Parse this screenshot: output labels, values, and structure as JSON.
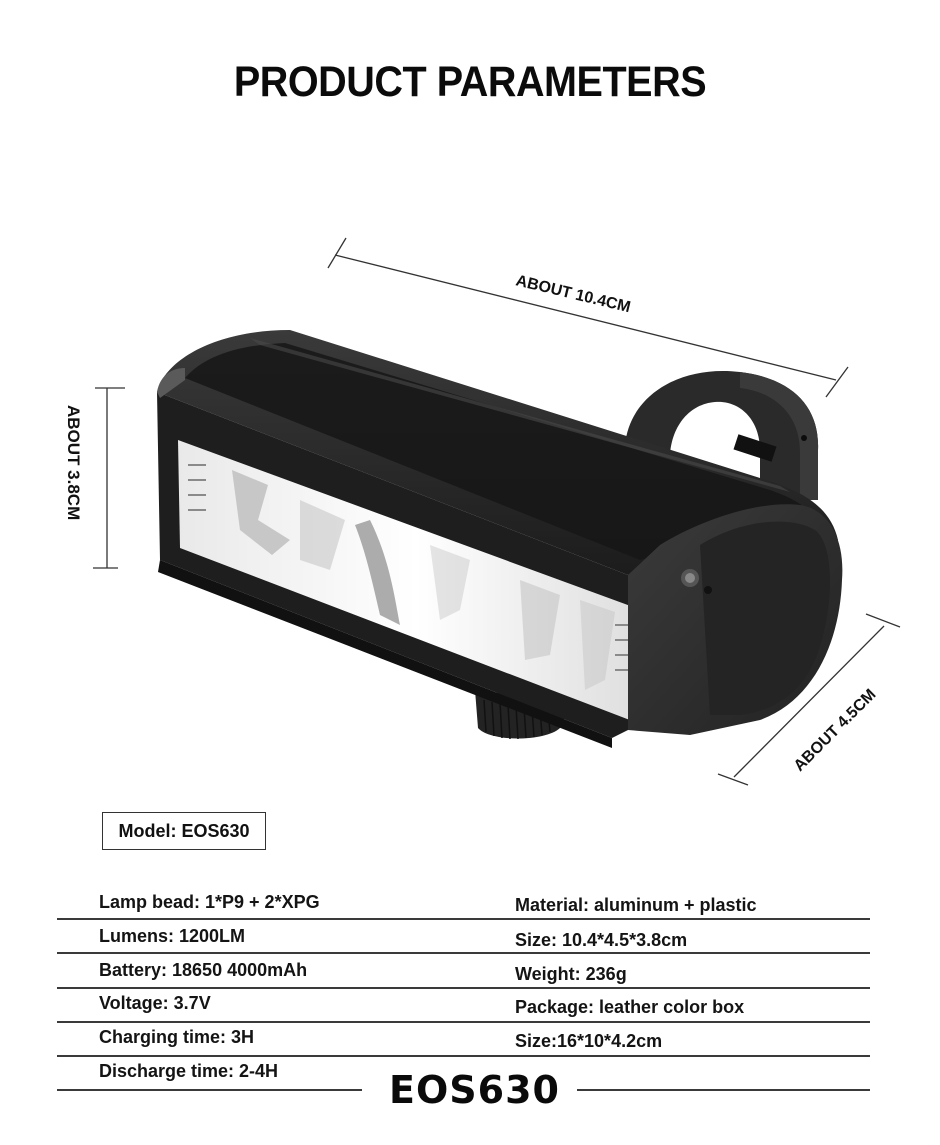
{
  "header": {
    "title": "PRODUCT PARAMETERS"
  },
  "dimensions": {
    "length": "ABOUT  10.4CM",
    "height": "ABOUT  3.8CM",
    "depth": "ABOUT 4.5CM"
  },
  "model_label": "Model: EOS630",
  "specs": {
    "left": [
      "Lamp bead: 1*P9 + 2*XPG",
      "Lumens: 1200LM",
      "Battery: 18650  4000mAh",
      "Voltage: 3.7V",
      "Charging time: 3H",
      "Discharge time: 2-4H"
    ],
    "right": [
      "Material: aluminum + plastic",
      "Size: 10.4*4.5*3.8cm",
      "Weight: 236g",
      "Package: leather color box",
      "Size:16*10*4.2cm"
    ]
  },
  "footer": {
    "model": "EOS630"
  },
  "colors": {
    "body": "#2b2b2b",
    "body_dark": "#141414",
    "lens": "#f4f4f4",
    "text": "#111111",
    "rule": "#3a3a3a"
  }
}
